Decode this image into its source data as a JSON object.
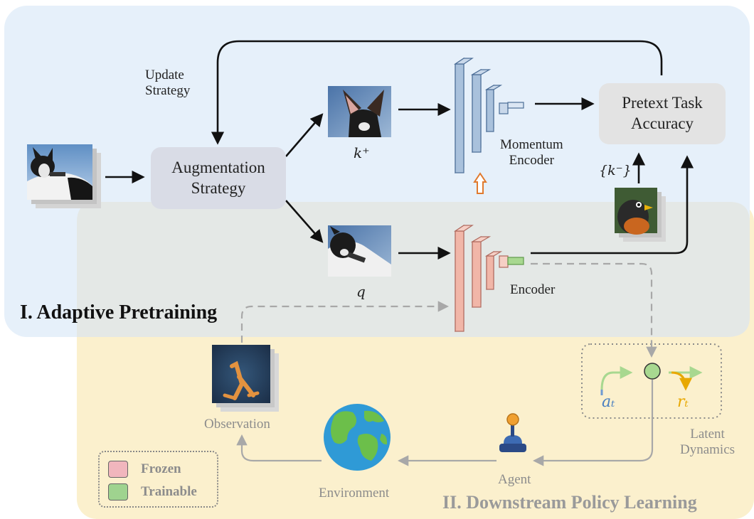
{
  "sections": {
    "pretraining_title": "I. Adaptive Pretraining",
    "policy_title": "II. Downstream Policy Learning"
  },
  "nodes": {
    "update_strategy": "Update\nStrategy",
    "augmentation_strategy": "Augmentation\nStrategy",
    "pretext_task_accuracy": "Pretext Task\nAccuracy",
    "momentum_encoder": "Momentum\nEncoder",
    "encoder": "Encoder",
    "observation": "Observation",
    "environment": "Environment",
    "agent": "Agent",
    "latent_dynamics": "Latent\nDynamics"
  },
  "math": {
    "k_plus": "k⁺",
    "q": "q",
    "k_minus": "{k⁻}",
    "a_t": "aₜ",
    "r_t": "rₜ"
  },
  "legend": [
    {
      "label": "Frozen",
      "color": "#f1b6bd"
    },
    {
      "label": "Trainable",
      "color": "#9fd38f"
    }
  ],
  "colors": {
    "pretraining_bg": "#e6f0fa",
    "policy_bg": "#fbf0cd",
    "overlap_bg": "#e4e8e6",
    "node_box": "#d9dce6",
    "pretext_box": "#e3e3e3",
    "momentum_encoder": "#a9c1dc",
    "encoder": "#f1b6a8",
    "trainable": "#a8d890",
    "freeze_arrow": "#e07a2e",
    "action_arrow": "#a8d890",
    "action_text": "#4a7fc0",
    "reward_text": "#e8a800"
  },
  "icons": [
    "dog-image-icon",
    "bird-image-icon",
    "walker-observation-icon",
    "globe-icon",
    "joystick-icon"
  ]
}
